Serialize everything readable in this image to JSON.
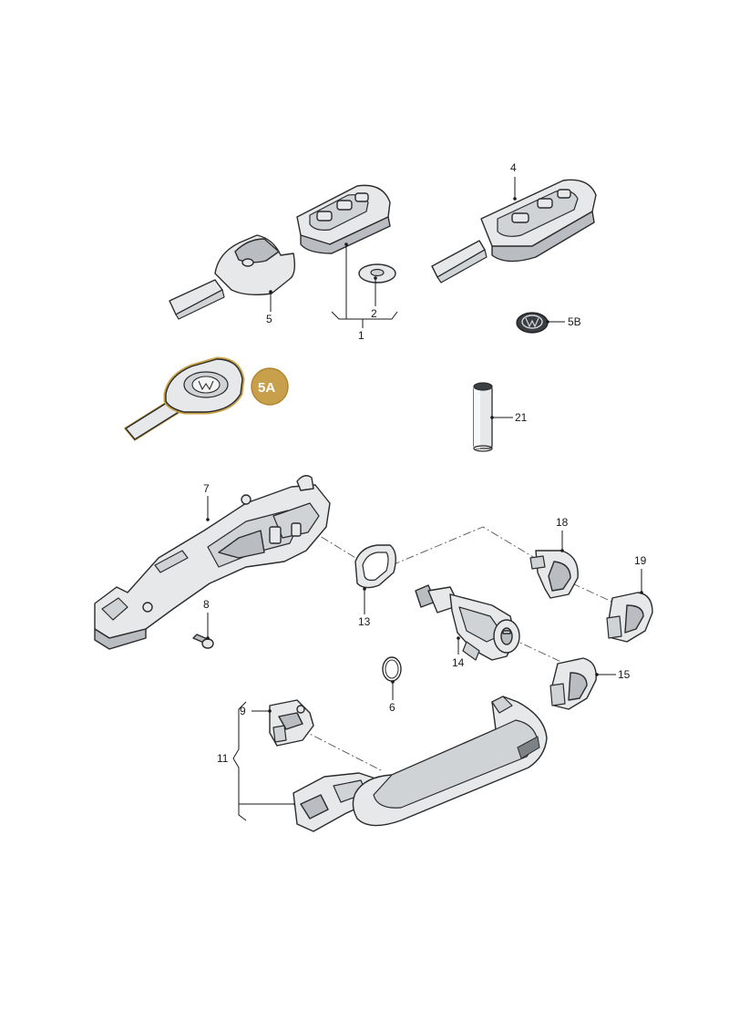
{
  "labels": {
    "p1": "1",
    "p2": "2",
    "p4": "4",
    "p5": "5",
    "p5A": "5A",
    "p5B": "5B",
    "p6": "6",
    "p7": "7",
    "p8": "8",
    "p9": "9",
    "p11": "11",
    "p13": "13",
    "p14": "14",
    "p15": "15",
    "p18": "18",
    "p19": "19",
    "p21": "21"
  },
  "colors": {
    "highlight": "#c9a24a",
    "callout_fill": "#c8a04c",
    "outline": "#2b2b2b",
    "metal": "#e6e8ea"
  }
}
